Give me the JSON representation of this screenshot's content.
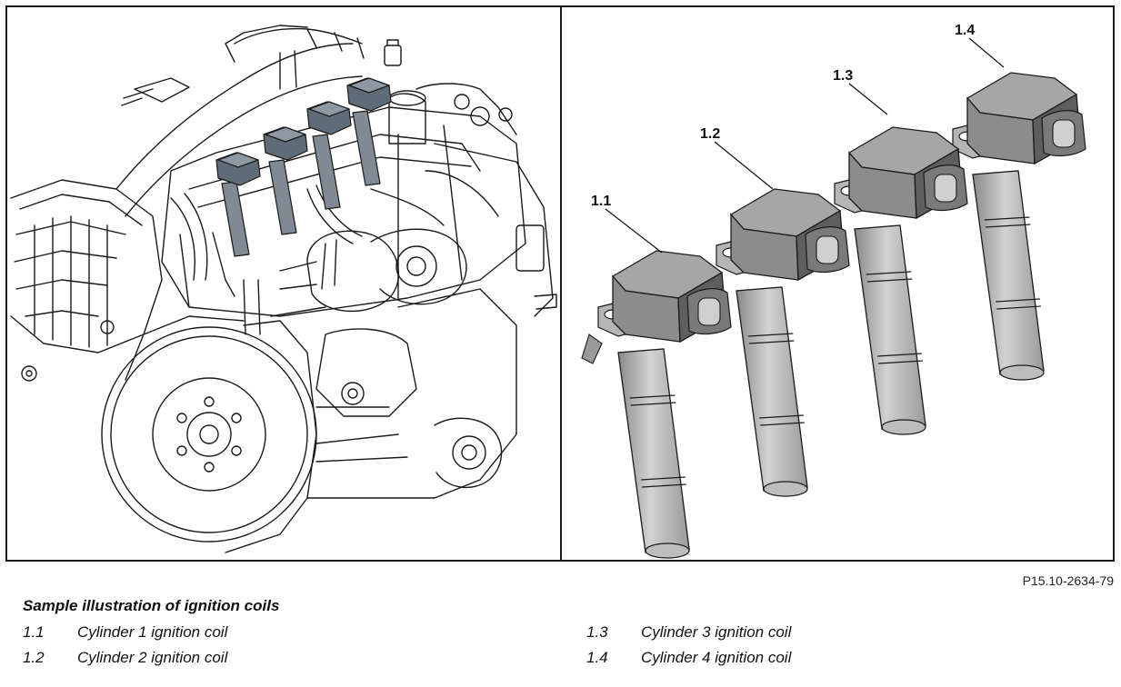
{
  "figure": {
    "id": "P15.10-2634-79",
    "callouts": [
      "1.1",
      "1.2",
      "1.3",
      "1.4"
    ]
  },
  "caption": {
    "title": "Sample illustration of ignition coils",
    "legend": [
      {
        "number": "1.1",
        "text": "Cylinder 1 ignition coil"
      },
      {
        "number": "1.2",
        "text": "Cylinder 2 ignition coil"
      },
      {
        "number": "1.3",
        "text": "Cylinder 3 ignition coil"
      },
      {
        "number": "1.4",
        "text": "Cylinder 4 ignition coil"
      }
    ]
  },
  "colors": {
    "coil_body": "#8c8c8c",
    "coil_highlight": "#a6a6a6",
    "coil_shadow": "#5e5e5e",
    "line_art": "#1a1a1a"
  }
}
